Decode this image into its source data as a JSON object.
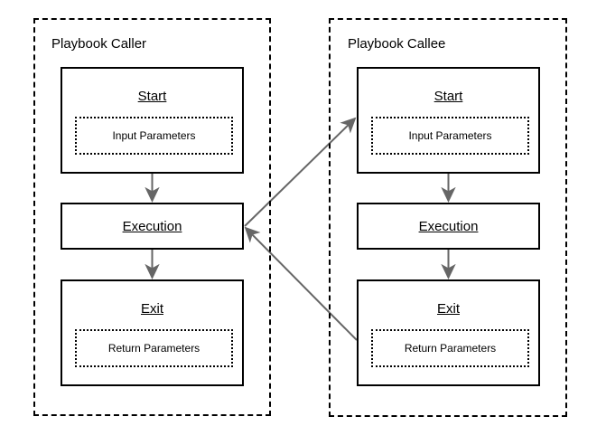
{
  "diagram": {
    "title_caller": "Playbook Caller",
    "title_callee": "Playbook Callee",
    "colors": {
      "border": "#000000",
      "arrow": "#666666",
      "background": "#ffffff",
      "text": "#000000"
    },
    "lanes": [
      {
        "id": "caller",
        "label": "Playbook Caller",
        "nodes": [
          {
            "id": "caller-start",
            "title": "Start",
            "sub_label": "Input Parameters"
          },
          {
            "id": "caller-execution",
            "title": "Execution",
            "sub_label": ""
          },
          {
            "id": "caller-exit",
            "title": "Exit",
            "sub_label": "Return Parameters"
          }
        ]
      },
      {
        "id": "callee",
        "label": "Playbook Callee",
        "nodes": [
          {
            "id": "callee-start",
            "title": "Start",
            "sub_label": "Input Parameters"
          },
          {
            "id": "callee-execution",
            "title": "Execution",
            "sub_label": ""
          },
          {
            "id": "callee-exit",
            "title": "Exit",
            "sub_label": "Return Parameters"
          }
        ]
      }
    ],
    "edges": [
      {
        "id": "caller-start-to-execution",
        "kind": "vertical"
      },
      {
        "id": "caller-execution-to-exit",
        "kind": "vertical"
      },
      {
        "id": "callee-start-to-execution",
        "kind": "vertical"
      },
      {
        "id": "callee-execution-to-exit",
        "kind": "vertical"
      },
      {
        "id": "call-invoke",
        "kind": "diagonal"
      },
      {
        "id": "call-return",
        "kind": "diagonal"
      }
    ]
  }
}
